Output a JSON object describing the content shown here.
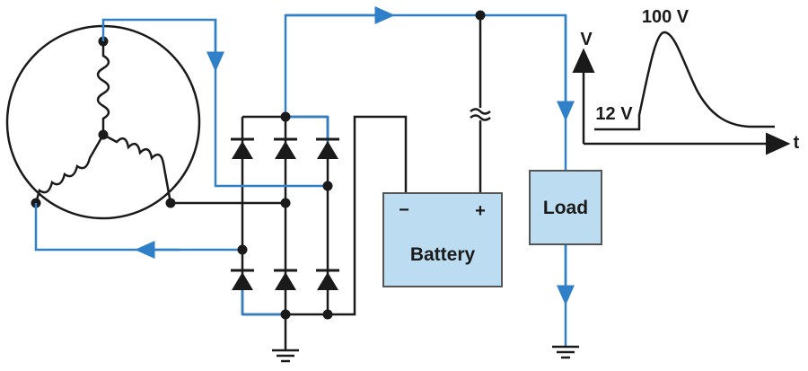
{
  "labels": {
    "battery": "Battery",
    "battery_minus": "−",
    "battery_plus": "+",
    "load": "Load",
    "axis_v": "V",
    "axis_t": "t",
    "peak_voltage": "100 V",
    "base_voltage": "12 V"
  },
  "colors": {
    "current_path": "#2f80c8",
    "wire": "#1a1a1a",
    "box_fill": "#bcdcf2",
    "box_stroke": "#555555"
  }
}
